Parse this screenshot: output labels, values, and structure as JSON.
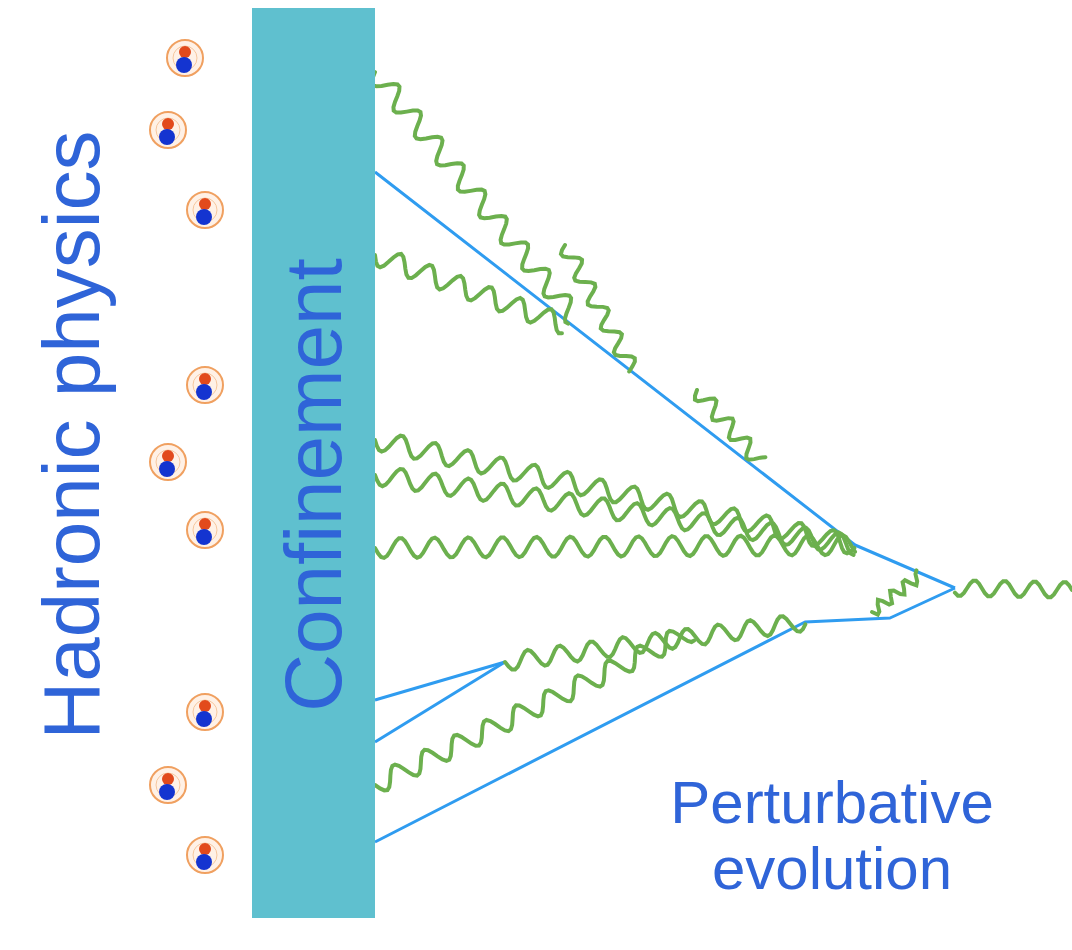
{
  "diagram": {
    "nodes": [
      {
        "text": [
          "Confinement"
        ]
      }
    ],
    "labels": [
      "Hadronic physics",
      "Perturbative evolution"
    ]
  }
}
